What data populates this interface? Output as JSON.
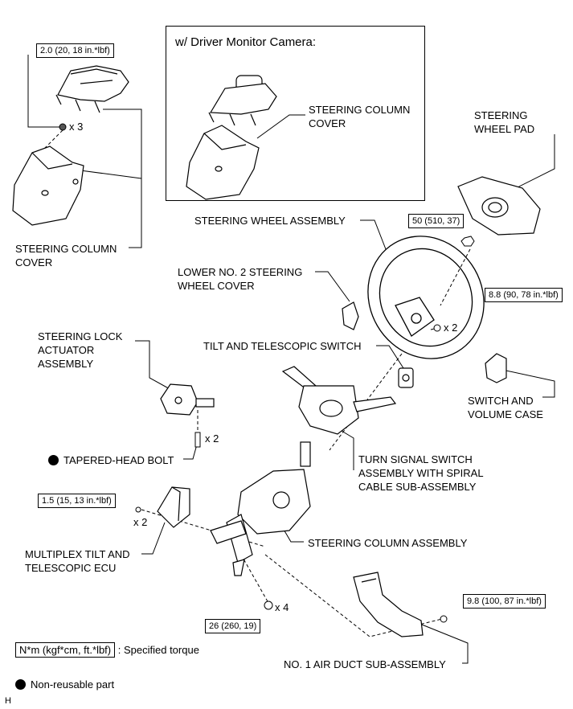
{
  "inset": {
    "title": "w/ Driver Monitor Camera:"
  },
  "labels": {
    "steering_column_cover_inset": [
      "STEERING COLUMN",
      "COVER"
    ],
    "steering_wheel_pad": [
      "STEERING",
      "WHEEL PAD"
    ],
    "steering_column_cover": [
      "STEERING COLUMN",
      "COVER"
    ],
    "steering_wheel_assembly": "STEERING WHEEL ASSEMBLY",
    "lower_no2_cover": [
      "LOWER NO. 2 STEERING",
      "WHEEL COVER"
    ],
    "steering_lock_actuator": [
      "STEERING LOCK",
      "ACTUATOR",
      "ASSEMBLY"
    ],
    "tilt_telescopic_switch": "TILT AND TELESCOPIC SWITCH",
    "switch_volume_case": [
      "SWITCH AND",
      "VOLUME CASE"
    ],
    "tapered_head_bolt": "TAPERED-HEAD BOLT",
    "turn_signal_switch": [
      "TURN SIGNAL SWITCH",
      "ASSEMBLY WITH SPIRAL",
      "CABLE SUB-ASSEMBLY"
    ],
    "multiplex_ecu": [
      "MULTIPLEX TILT AND",
      "TELESCOPIC ECU"
    ],
    "steering_column_assembly": "STEERING COLUMN ASSEMBLY",
    "no1_air_duct": "NO. 1 AIR DUCT SUB-ASSEMBLY"
  },
  "torques": {
    "cover_screw": "2.0 (20, 18 in.*lbf)",
    "wheel_nut": "50 (510, 37)",
    "wheel_pad_screw": "8.8 (90, 78 in.*lbf)",
    "ecu_bolt": "1.5 (15, 13 in.*lbf)",
    "column_nut": "26 (260, 19)",
    "air_duct_bolt": "9.8 (100, 87 in.*lbf)"
  },
  "quantities": {
    "cover_screw": "x 3",
    "wheel_pad_screw": "x 2",
    "tapered_bolt": "x 2",
    "ecu_bolt": "x 2",
    "column_nut": "x 4"
  },
  "legend": {
    "torque_unit": "N*m (kgf*cm, ft.*lbf)",
    "torque_text": ": Specified torque",
    "non_reusable": "Non-reusable part"
  },
  "footer_code": "H"
}
